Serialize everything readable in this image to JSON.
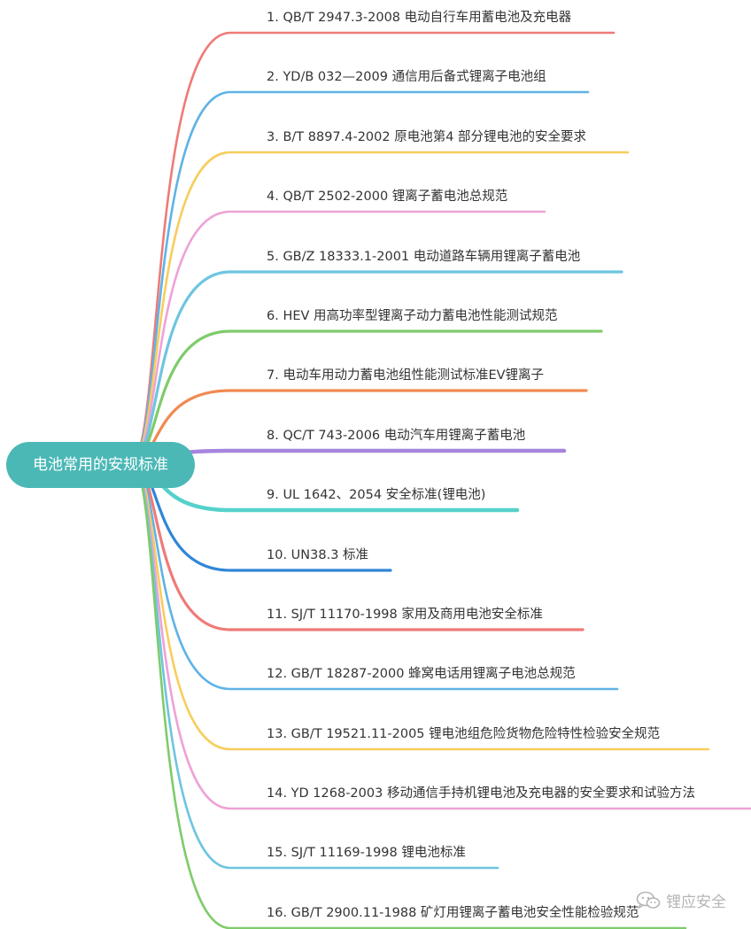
{
  "root": {
    "label": "电池常用的安规标准",
    "color": "#4bb8b6"
  },
  "branches": [
    {
      "label": "1. QB/T 2947.3-2008 电动自行车用蓄电池及充电器",
      "color": "#ee7b78"
    },
    {
      "label": "2. YD/B 032—2009 通信用后备式锂离子电池组",
      "color": "#5fb3e6"
    },
    {
      "label": "3. B/T 8897.4-2002 原电池第4 部分锂电池的安全要求",
      "color": "#f7cd5c"
    },
    {
      "label": "4. QB/T 2502-2000 锂离子蓄电池总规范",
      "color": "#eea2d6"
    },
    {
      "label": "5. GB/Z 18333.1-2001 电动道路车辆用锂离子蓄电池",
      "color": "#6ec5e0"
    },
    {
      "label": "6. HEV 用高功率型锂离子动力蓄电池性能测试规范",
      "color": "#7fcb6b"
    },
    {
      "label": "7. 电动车用动力蓄电池组性能测试标准EV锂离子",
      "color": "#f08a52"
    },
    {
      "label": "8. QC/T 743-2006 电动汽车用锂离子蓄电池",
      "color": "#a585de"
    },
    {
      "label": "9. UL 1642、2054 安全标准(锂电池)",
      "color": "#55d1cb"
    },
    {
      "label": "10. UN38.3 标准",
      "color": "#2f86d6"
    },
    {
      "label": "11. SJ/T 11170-1998 家用及商用电池安全标准",
      "color": "#ee7b78"
    },
    {
      "label": "12. GB/T 18287-2000 蜂窝电话用锂离子电池总规范",
      "color": "#5fb3e6"
    },
    {
      "label": "13. GB/T 19521.11-2005 锂电池组危险货物危险特性检验安全规范",
      "color": "#f7cd5c"
    },
    {
      "label": "14. YD 1268-2003 移动通信手持机锂电池及充电器的安全要求和试验方法",
      "color": "#eea2d6"
    },
    {
      "label": "15. SJ/T 11169-1998 锂电池标准",
      "color": "#6ec5e0"
    },
    {
      "label": "16. GB/T 2900.11-1988 矿灯用锂离子蓄电池安全性能检验规范",
      "color": "#7fcb6b"
    }
  ],
  "watermark": {
    "text": "锂应安全",
    "icon": "wechat-icon"
  }
}
